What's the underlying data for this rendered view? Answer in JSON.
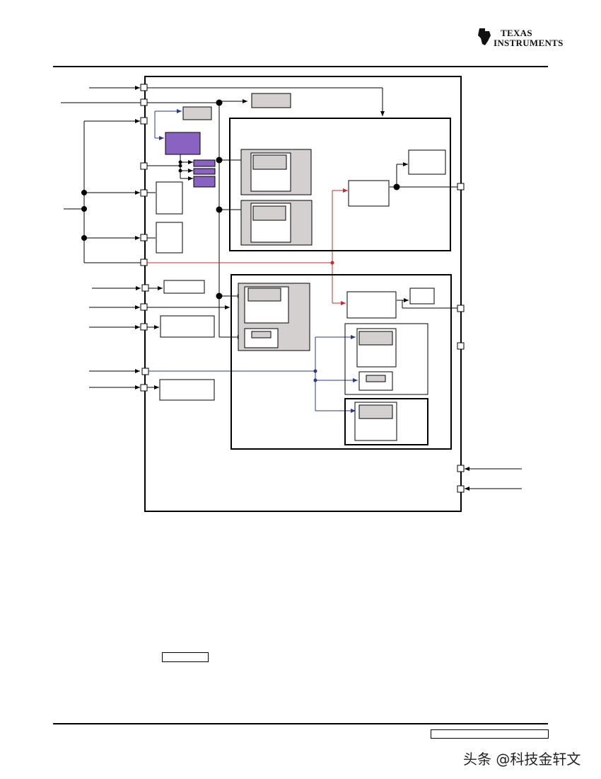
{
  "header": {
    "brand_line1": "TEXAS",
    "brand_line2": "INSTRUMENTS"
  },
  "watermark": "头条 @科技金轩文",
  "colors": {
    "purple": "#8a63c2",
    "gray": "#d4d0d0",
    "red": "#cc2a2a",
    "blue": "#2a3a8a"
  }
}
